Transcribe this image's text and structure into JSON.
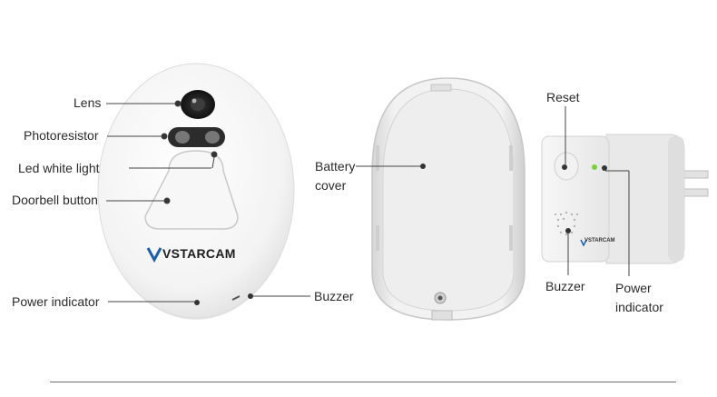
{
  "doorbell": {
    "brand": "VSTARCAM",
    "labels": {
      "lens": "Lens",
      "photoresistor": "Photoresistor",
      "led_white_light": "Led white light",
      "doorbell_button": "Doorbell button",
      "power_indicator": "Power indicator",
      "buzzer": "Buzzer"
    }
  },
  "back_cover": {
    "label_line1": "Battery",
    "label_line2": "cover"
  },
  "chime": {
    "brand": "VSTARCAM",
    "labels": {
      "reset": "Reset",
      "buzzer": "Buzzer",
      "power_line1": "Power",
      "power_line2": "indicator"
    }
  },
  "colors": {
    "device_body": "#f4f4f4",
    "lens_black": "#1c1c1c",
    "brand_blue": "#1b5fae",
    "indicator_green": "#7ccf3a",
    "leader_line": "#444444"
  }
}
